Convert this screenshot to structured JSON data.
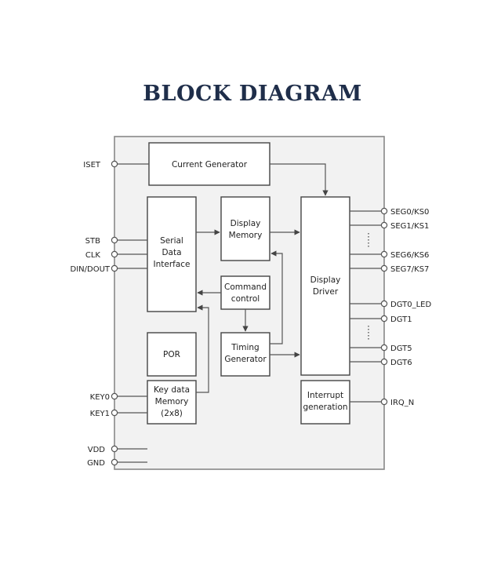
{
  "title": "BLOCK DIAGRAM",
  "blocks": {
    "current_generator": "Current Generator",
    "serial_data_interface": [
      "Serial",
      "Data",
      "Interface"
    ],
    "display_memory": [
      "Display",
      "Memory"
    ],
    "command_control": [
      "Command",
      "control"
    ],
    "timing_generator": [
      "Timing",
      "Generator"
    ],
    "display_driver": [
      "Display",
      "Driver"
    ],
    "por": "POR",
    "key_data_memory": [
      "Key data",
      "Memory",
      "(2x8)"
    ],
    "interrupt_generation": [
      "Interrupt",
      "generation"
    ]
  },
  "pins_left": [
    "ISET",
    "STB",
    "CLK",
    "DIN/DOUT",
    "KEY0",
    "KEY1",
    "VDD",
    "GND"
  ],
  "pins_right": [
    "SEG0/KS0",
    "SEG1/KS1",
    "SEG6/KS6",
    "SEG7/KS7",
    "DGT0_LED",
    "DGT1",
    "DGT5",
    "DGT6",
    "IRQ_N"
  ]
}
